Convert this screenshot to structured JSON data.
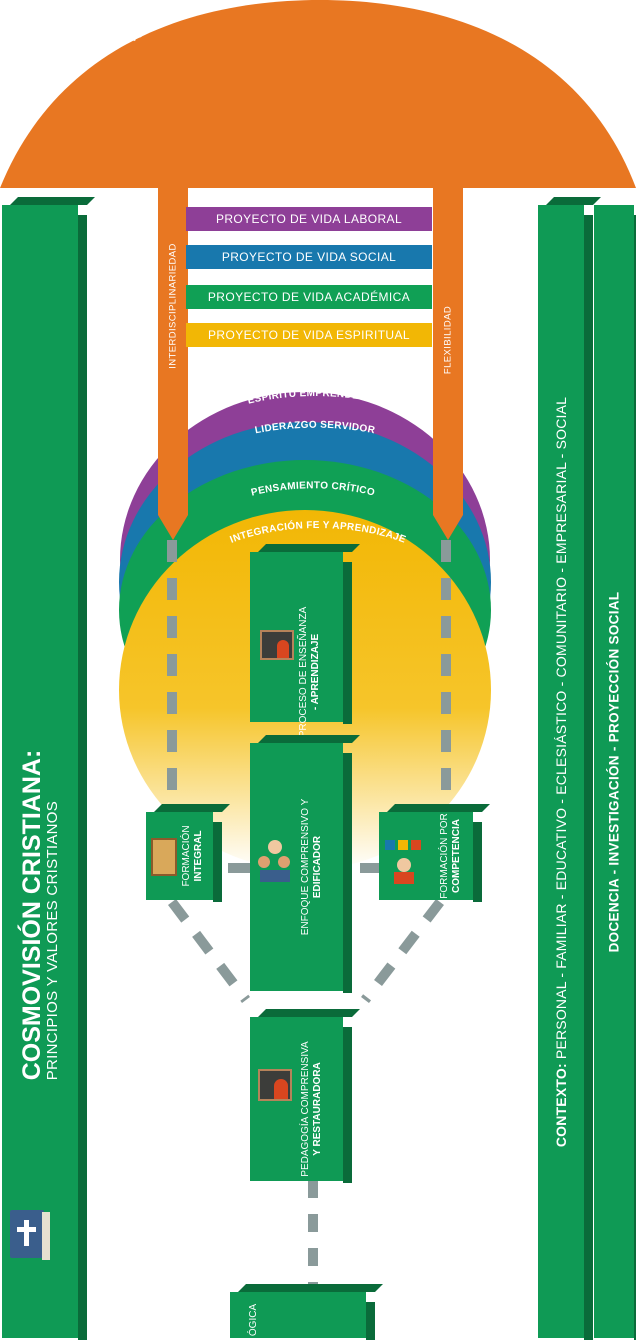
{
  "dome": {
    "title": "RESTAURACIÓN DEL SER HUMANO - CALIDAD EDUCATIVA",
    "color": "#e87722"
  },
  "left_column": {
    "title": "COSMOVISIÓN CRISTIANA:",
    "subtitle": "PRINCIPIOS Y VALORES CRISTIANOS",
    "icon": "bible-icon",
    "color": "#0f9a55"
  },
  "right_columns": {
    "context_label": "CONTEXTO:",
    "context_text": "PERSONAL - FAMILIAR - EDUCATIVO - ECLESIÁSTICO - COMUNITARIO - EMPRESARIAL - SOCIAL",
    "functions": "DOCENCIA - INVESTIGACIÓN - PROYECCIÓN SOCIAL"
  },
  "pillars": {
    "left": "INTERDISCIPLINARIEDAD",
    "right": "FLEXIBILIDAD"
  },
  "projects": [
    {
      "label": "PROYECTO DE VIDA LABORAL",
      "color": "#8e3f97"
    },
    {
      "label": "PROYECTO DE VIDA SOCIAL",
      "color": "#1878ad"
    },
    {
      "label": "PROYECTO DE VIDA ACADÉMICA",
      "color": "#10a055"
    },
    {
      "label": "PROYECTO DE VIDA ESPIRITUAL",
      "color": "#f2b705"
    }
  ],
  "arcs": [
    {
      "label": "ESPÍRITU EMPRENDEDOR",
      "color": "#8e3f97"
    },
    {
      "label": "LIDERAZGO SERVIDOR",
      "color": "#1878ad"
    },
    {
      "label": "PENSAMIENTO CRÍTICO",
      "color": "#10a055"
    },
    {
      "label": "INTEGRACIÓN FE Y APRENDIZAJE",
      "color": "#f2b705"
    }
  ],
  "boxes": {
    "process_line1": "PROCESO DE ENSEÑANZA",
    "process_line2": "- APRENDIZAJE",
    "approach_line1": "ENFOQUE COMPRENSIVO Y",
    "approach_line2": "EDIFICADOR",
    "integral_line1": "FORMACIÓN",
    "integral_line2": "INTEGRAL",
    "competence_line1": "FORMACIÓN POR",
    "competence_line2": "COMPETENCIA",
    "pedagogy_line1": "PEDAGOGÍA COMPRENSIVA",
    "pedagogy_line2": "Y RESTAURADORA",
    "bottom_partial": "ÓGICA"
  }
}
